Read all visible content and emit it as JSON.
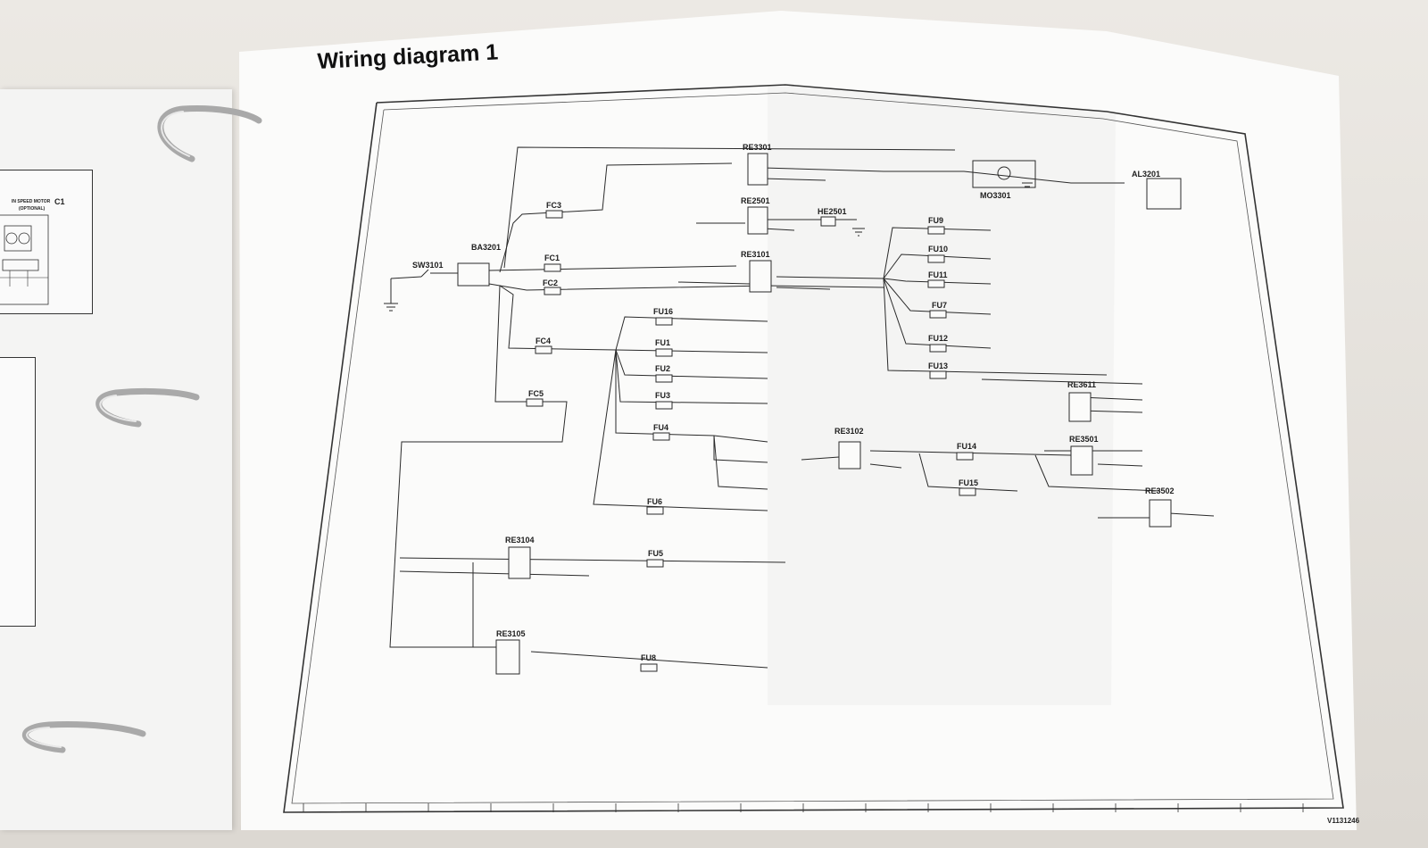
{
  "sheet": {
    "title": "Wiring diagram 1",
    "drawing_number": "V1131246"
  },
  "left_page": {
    "heading": "IN SPEED MOTOR",
    "sub_heading": "(OPTIONAL)",
    "ref": "C1"
  },
  "components": {
    "sw3101": "SW3101",
    "ba3201": "BA3201",
    "fc1": "FC1",
    "fc2": "FC2",
    "fc3": "FC3",
    "fc4": "FC4",
    "fc5": "FC5",
    "re3301": "RE3301",
    "re2501": "RE2501",
    "he2501": "HE2501",
    "re3101": "RE3101",
    "mo3301": "MO3301",
    "al3201": "AL3201",
    "fu9": "FU9",
    "fu10": "FU10",
    "fu11": "FU11",
    "fu7": "FU7",
    "fu12": "FU12",
    "fu13": "FU13",
    "re3611": "RE3611",
    "fu16": "FU16",
    "fu1": "FU1",
    "fu2": "FU2",
    "fu3": "FU3",
    "fu4": "FU4",
    "fu6": "FU6",
    "re3102": "RE3102",
    "fu14": "FU14",
    "fu15": "FU15",
    "re3501": "RE3501",
    "re3502": "RE3502",
    "re3104": "RE3104",
    "fu5": "FU5",
    "re3105": "RE3105",
    "fu8": "FU8"
  },
  "colors": {
    "paper": "#fbfbfa",
    "ink": "#2a2a2a",
    "ring_metal": "#b8b8b8"
  }
}
